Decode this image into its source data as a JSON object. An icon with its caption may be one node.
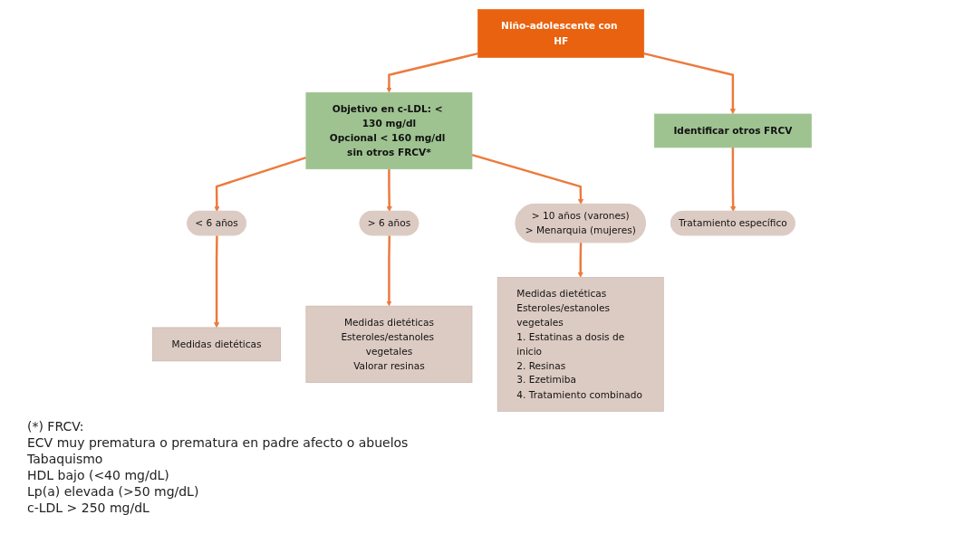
{
  "diagram": {
    "nodes": [
      {
        "text": [
          "Niño-adolescente con HF"
        ]
      },
      {
        "text": [
          "Objetivo en c-LDL: < 130 mg/dl",
          "Opcional < 160 mg/dl sin otros FRCV*"
        ]
      },
      {
        "text": [
          "Identificar otros FRCV"
        ]
      },
      {
        "text": [
          "< 6 años"
        ]
      },
      {
        "text": [
          "> 6 años"
        ]
      },
      {
        "text": [
          "> 10 años (varones)",
          "> Menarquia (mujeres)"
        ]
      },
      {
        "text": [
          "Medidas dietéticas"
        ]
      },
      {
        "text": [
          "Medidas dietéticas",
          "Esteroles/estanoles vegetales",
          "Valorar resinas"
        ]
      },
      {
        "text": [
          "Medidas dietéticas",
          "Esteroles/estanoles vegetales",
          "1. Estatinas a dosis de inicio",
          "2. Resinas",
          "3. Ezetimiba",
          "4. Tratamiento combinado"
        ]
      },
      {
        "text": [
          "Tratamiento específico"
        ]
      }
    ],
    "edges": [
      {
        "from": 0,
        "to": 1,
        "arrow": "to"
      },
      {
        "from": 0,
        "to": 2,
        "arrow": "to"
      },
      {
        "from": 1,
        "to": 3,
        "arrow": "to"
      },
      {
        "from": 1,
        "to": 4,
        "arrow": "to"
      },
      {
        "from": 1,
        "to": 5,
        "arrow": "to"
      },
      {
        "from": 3,
        "to": 6,
        "arrow": "to"
      },
      {
        "from": 4,
        "to": 7,
        "arrow": "to"
      },
      {
        "from": 5,
        "to": 8,
        "arrow": "to"
      },
      {
        "from": 2,
        "to": 9,
        "arrow": "to"
      }
    ],
    "labels": [
      "(*) FRCV:",
      "ECV muy prematura o prematura en padre afecto o abuelos",
      "Tabaquismo",
      "HDL bajo (<40 mg/dL)",
      "Lp(a) elevada (>50 mg/dL)",
      "c-LDL > 250 mg/dL"
    ]
  }
}
